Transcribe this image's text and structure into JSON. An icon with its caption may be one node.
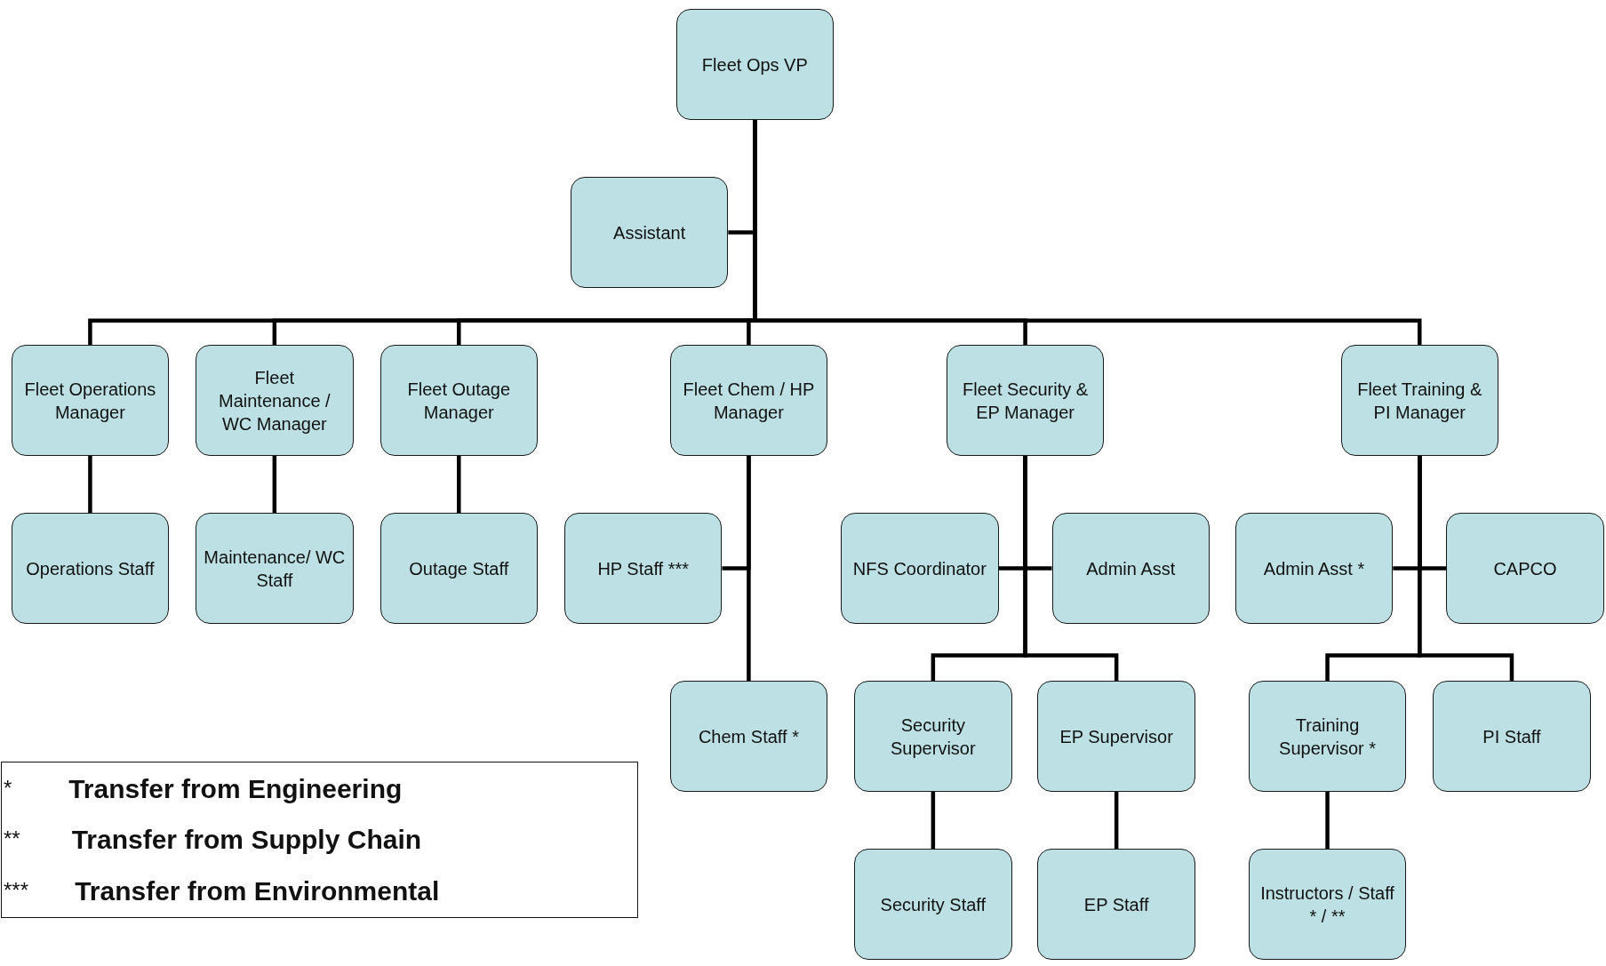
{
  "diagram": {
    "nodes": [
      {
        "text": [
          "Fleet Ops VP"
        ]
      },
      {
        "text": [
          "Assistant"
        ]
      },
      {
        "text": [
          "Fleet Operations Manager"
        ]
      },
      {
        "text": [
          "Fleet Maintenance / WC Manager"
        ]
      },
      {
        "text": [
          "Fleet Outage Manager"
        ]
      },
      {
        "text": [
          "Fleet Chem / HP Manager"
        ]
      },
      {
        "text": [
          "Fleet Security & EP Manager"
        ]
      },
      {
        "text": [
          "Fleet Training & PI Manager"
        ]
      },
      {
        "text": [
          "Operations Staff"
        ]
      },
      {
        "text": [
          "Maintenance/ WC Staff"
        ]
      },
      {
        "text": [
          "Outage Staff"
        ]
      },
      {
        "text": [
          "HP Staff ***"
        ]
      },
      {
        "text": [
          "Chem Staff *"
        ]
      },
      {
        "text": [
          "NFS Coordinator"
        ]
      },
      {
        "text": [
          "Admin Asst"
        ]
      },
      {
        "text": [
          "Security Supervisor"
        ]
      },
      {
        "text": [
          "EP Supervisor"
        ]
      },
      {
        "text": [
          "Security Staff"
        ]
      },
      {
        "text": [
          "EP Staff"
        ]
      },
      {
        "text": [
          "Admin Asst *"
        ]
      },
      {
        "text": [
          "CAPCO"
        ]
      },
      {
        "text": [
          "Training Supervisor *"
        ]
      },
      {
        "text": [
          "PI Staff"
        ]
      },
      {
        "text": [
          "Instructors / Staff * / **"
        ]
      }
    ],
    "edges": [
      {
        "from": 0,
        "to": 1,
        "arrow": "none"
      },
      {
        "from": 0,
        "to": 2,
        "arrow": "none"
      },
      {
        "from": 0,
        "to": 3,
        "arrow": "none"
      },
      {
        "from": 0,
        "to": 4,
        "arrow": "none"
      },
      {
        "from": 0,
        "to": 5,
        "arrow": "none"
      },
      {
        "from": 0,
        "to": 6,
        "arrow": "none"
      },
      {
        "from": 0,
        "to": 7,
        "arrow": "none"
      },
      {
        "from": 2,
        "to": 8,
        "arrow": "none"
      },
      {
        "from": 3,
        "to": 9,
        "arrow": "none"
      },
      {
        "from": 4,
        "to": 10,
        "arrow": "none"
      },
      {
        "from": 5,
        "to": 11,
        "arrow": "none"
      },
      {
        "from": 5,
        "to": 12,
        "arrow": "none"
      },
      {
        "from": 6,
        "to": 13,
        "arrow": "none"
      },
      {
        "from": 6,
        "to": 14,
        "arrow": "none"
      },
      {
        "from": 6,
        "to": 15,
        "arrow": "none"
      },
      {
        "from": 6,
        "to": 16,
        "arrow": "none"
      },
      {
        "from": 15,
        "to": 17,
        "arrow": "none"
      },
      {
        "from": 16,
        "to": 18,
        "arrow": "none"
      },
      {
        "from": 7,
        "to": 19,
        "arrow": "none"
      },
      {
        "from": 7,
        "to": 20,
        "arrow": "none"
      },
      {
        "from": 7,
        "to": 21,
        "arrow": "none"
      },
      {
        "from": 7,
        "to": 22,
        "arrow": "none"
      },
      {
        "from": 21,
        "to": 23,
        "arrow": "none"
      }
    ],
    "labels": [
      "*",
      "**",
      "***"
    ],
    "legend": [
      {
        "text": "Transfer from Engineering"
      },
      {
        "text": "Transfer from Supply Chain"
      },
      {
        "text": "Transfer from Environmental"
      }
    ]
  }
}
